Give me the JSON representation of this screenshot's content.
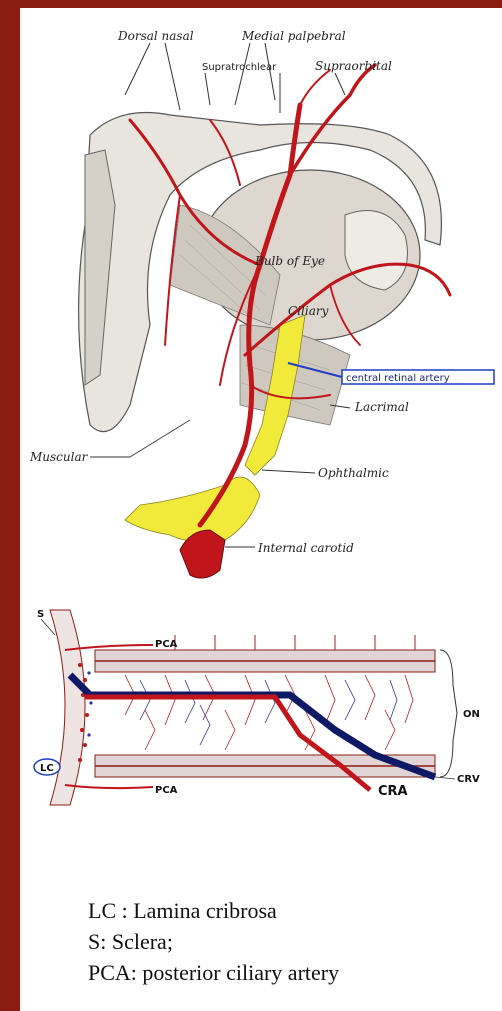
{
  "illustration": {
    "labels": {
      "dorsal_nasal": "Dorsal nasal",
      "medial_palpebral": "Medial palpebral",
      "supratrochlear": "Supratrochlear",
      "supraorbital": "Supraorbital",
      "bulb_of_eye": "Bulb of Eye",
      "ciliary": "Ciliary",
      "central_retinal_artery": "central retinal artery",
      "lacrimal": "Lacrimal",
      "muscular": "Muscular",
      "ophthalmic": "Ophthalmic",
      "internal_carotid": "Internal carotid"
    }
  },
  "cross_section": {
    "labels": {
      "s": "S",
      "pca_top": "PCA",
      "pca_bottom": "PCA",
      "on": "ON",
      "lc": "LC",
      "crv": "CRV",
      "cra": "CRA"
    }
  },
  "legend": [
    "LC : Lamina cribrosa",
    "S: Sclera;",
    "PCA: posterior ciliary artery"
  ],
  "colors": {
    "frame": "#8a1c12",
    "artery": "#c0161b",
    "vein": "#0f1a66",
    "optic_nerve": "#f2ea3a",
    "highlight_box": "#1f3fc4"
  }
}
